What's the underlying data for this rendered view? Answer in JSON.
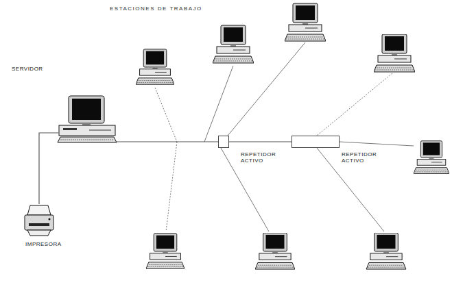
{
  "diagram": {
    "nodes": [
      {
        "text": [
          "SERVIDOR"
        ]
      },
      {
        "text": [
          "IMPRESORA"
        ]
      },
      {
        "text": [
          "REPETIDOR ACTIVO"
        ]
      },
      {
        "text": [
          "REPETIDOR ACTIVO"
        ]
      }
    ],
    "edges": [
      {
        "from": 0,
        "to": 1,
        "arrow": "none"
      },
      {
        "from": 0,
        "to": 2,
        "arrow": "none"
      },
      {
        "from": 2,
        "to": 3,
        "arrow": "none"
      }
    ],
    "labels": [
      "ESTACIONES DE TRABAJO"
    ]
  }
}
